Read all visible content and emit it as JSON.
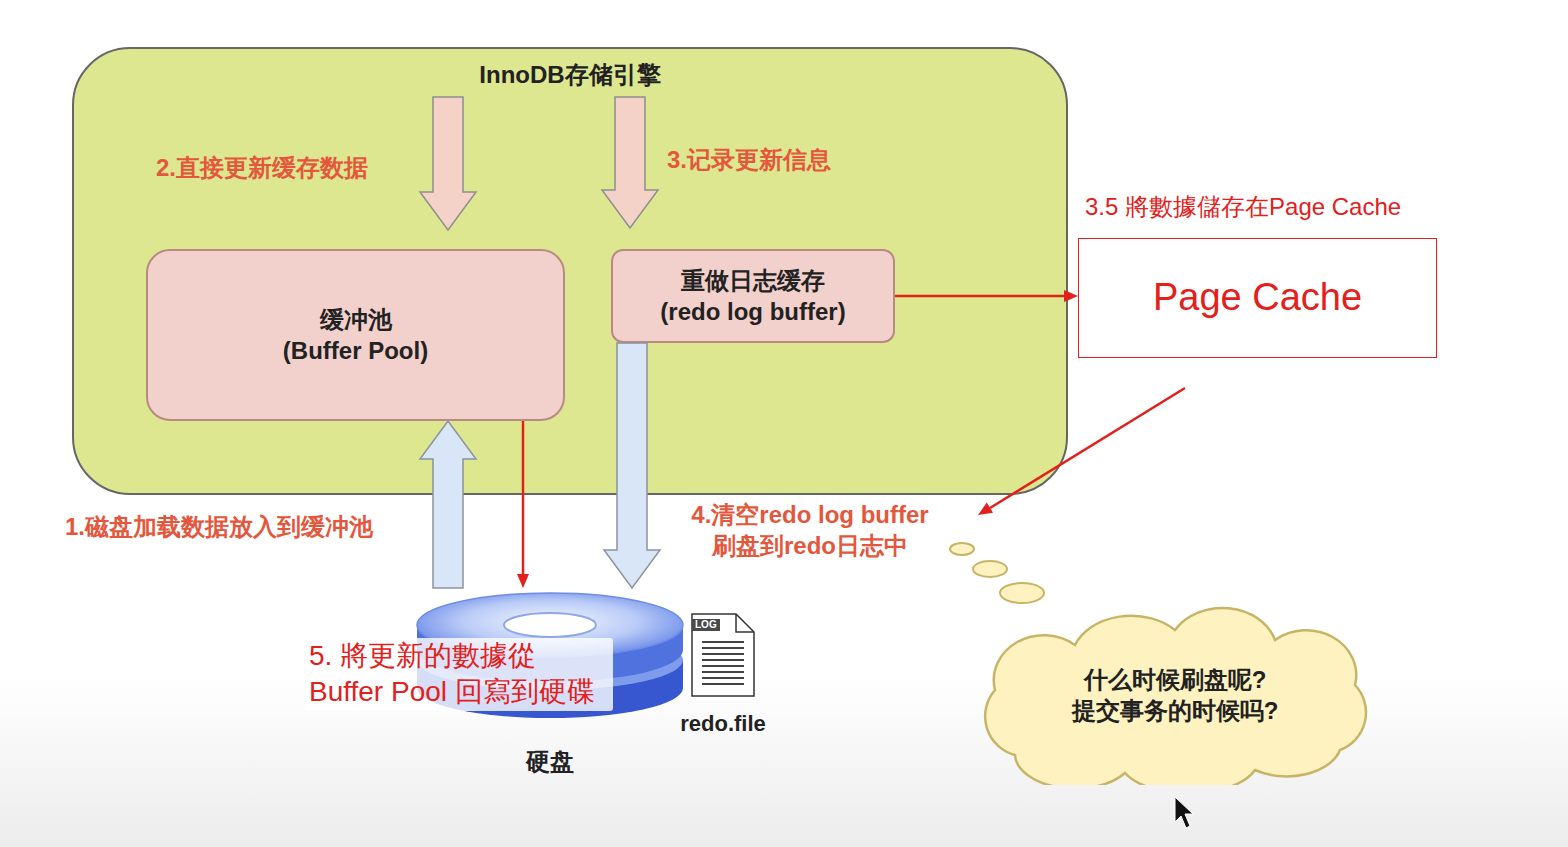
{
  "diagram": {
    "nodes": [
      {
        "text": [
          "InnoDB存储引擎"
        ]
      },
      {
        "text": [
          "缓冲池 (Buffer Pool)"
        ],
        "in": 0
      },
      {
        "text": [
          "重做日志缓存 (redo log buffer)"
        ],
        "in": 0
      },
      {
        "text": [
          "3.5 將數據儲存在Page Cache",
          "Page Cache"
        ]
      },
      {
        "text": [
          "硬盘"
        ]
      },
      {
        "text": [
          "LOG",
          "redo.file"
        ]
      },
      {
        "text": [
          "什么时候刷盘呢? 提交事务的时候吗?"
        ]
      }
    ],
    "edges": [
      {
        "from": 4,
        "to": 1,
        "arrow": "to",
        "label": "1.磁盘加载数据放入到缓冲池"
      },
      {
        "from": 1,
        "to": 4,
        "arrow": "to",
        "label": "5. 將更新的數據從 Buffer Pool 回寫到硬碟"
      },
      {
        "from": 2,
        "to": 4,
        "arrow": "to",
        "label": "4.清空redo log buffer 刷盘到redo日志中"
      },
      {
        "from": 2,
        "to": 3,
        "arrow": "to"
      }
    ],
    "labels": [
      "2.直接更新缓存数据",
      "3.记录更新信息"
    ]
  }
}
